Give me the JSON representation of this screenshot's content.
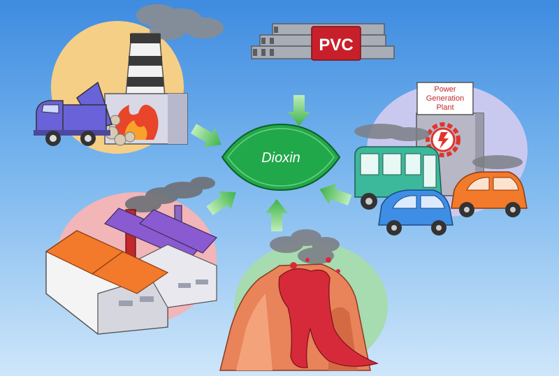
{
  "center": {
    "label": "Dioxin"
  },
  "sources": {
    "pvc": {
      "label": "PVC"
    },
    "power_plant": {
      "sign_lines": [
        "Power",
        "Generation",
        "Plant"
      ]
    }
  },
  "icons": {
    "incinerator": "incinerator-icon",
    "pvc": "pvc-pipes-icon",
    "power_plant": "power-plant-icon",
    "factory": "factory-icon",
    "volcano": "volcano-icon",
    "vehicles": "vehicles-icon"
  },
  "colors": {
    "center_fill": "#21a84a",
    "arrow_fill": "#62c85a",
    "pvc_badge": "#c8202a",
    "plant_sign_text": "#c0282b"
  }
}
